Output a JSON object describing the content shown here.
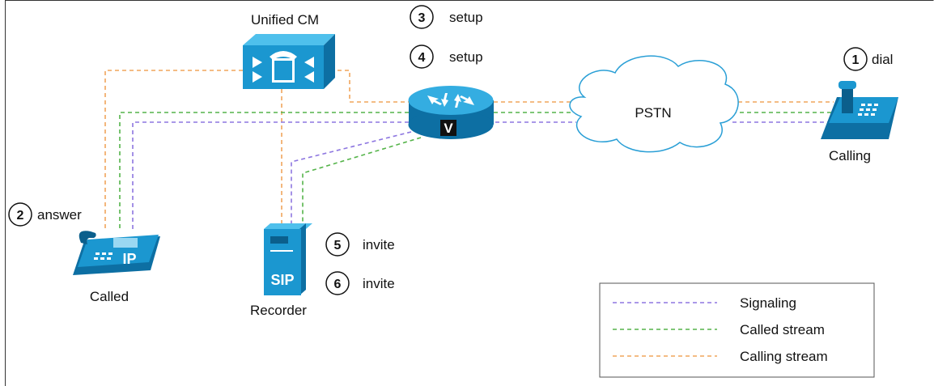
{
  "devices": {
    "unified_cm": "Unified CM",
    "pstn": "PSTN",
    "calling": "Calling",
    "called": "Called",
    "recorder": "Recorder",
    "gateway_badge": "V",
    "ip_phone_badge": "IP",
    "sip_badge": "SIP"
  },
  "steps": [
    {
      "num": "1",
      "label": "dial"
    },
    {
      "num": "2",
      "label": "answer"
    },
    {
      "num": "3",
      "label": "setup"
    },
    {
      "num": "4",
      "label": "setup"
    },
    {
      "num": "5",
      "label": "invite"
    },
    {
      "num": "6",
      "label": "invite"
    }
  ],
  "legend": {
    "signaling": "Signaling",
    "called_stream": "Called stream",
    "calling_stream": "Calling stream"
  },
  "colors": {
    "signaling": "#8d76e0",
    "called_stream": "#55b44a",
    "calling_stream": "#f0a55c",
    "device_blue": "#1b97d0"
  }
}
